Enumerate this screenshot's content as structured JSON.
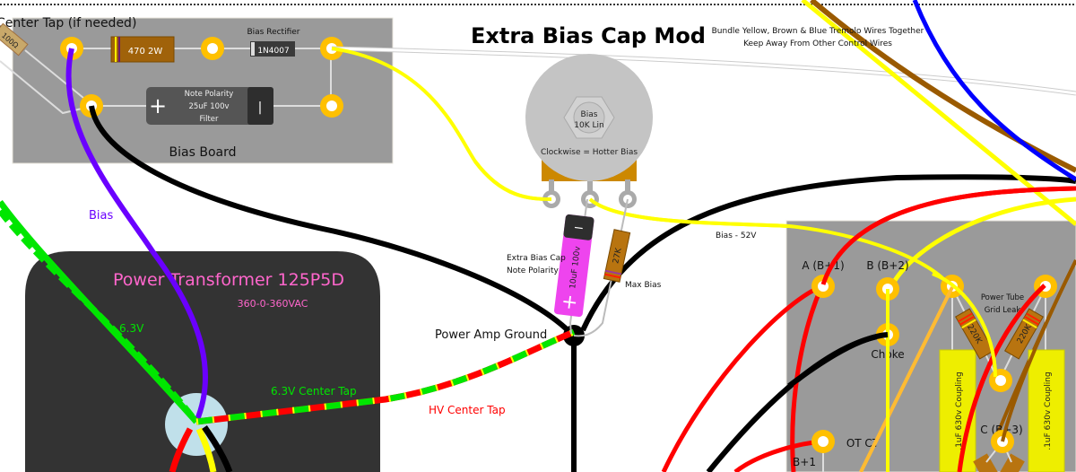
{
  "title": "Extra Bias Cap Mod",
  "notes": {
    "line1": "Bundle Yellow, Brown & Blue Tremolo Wires Together",
    "line2": "Keep Away From Other Control Wires"
  },
  "bias_board": {
    "label": "Bias Board",
    "center_tap_label": "Center Tap (if needed)",
    "resistor_100": "100Ω",
    "resistor_470": "470  2W",
    "rectifier_title": "Bias Rectifier",
    "rectifier_part": "1N4007",
    "filter_cap": {
      "line1": "Note Polarity",
      "line2": "25uF  100v",
      "line3": "Filter",
      "plus": "+",
      "minus": "|"
    }
  },
  "bias_pot": {
    "line1": "Bias",
    "line2": "10K Lin",
    "direction": "Clockwise = Hotter Bias"
  },
  "extra_cap": {
    "label1": "Extra Bias Cap",
    "label2": "Note Polarity",
    "rating": "10uF  100v",
    "minus": "−",
    "plus": "+"
  },
  "max_bias_resistor": {
    "value": "27K",
    "label": "Max Bias"
  },
  "wire_labels": {
    "bias": "Bias",
    "bias_voltage": "Bias - 52V",
    "power_amp_ground": "Power Amp Ground",
    "heater": "6.3V",
    "heater_ct": "6.3V Center Tap",
    "hv_ct": "HV Center Tap"
  },
  "transformer": {
    "title": "Power Transformer 125P5D",
    "spec": "360-0-360VAC"
  },
  "power_board": {
    "a": "A (B+1)",
    "b": "B (B+2)",
    "choke": "Choke",
    "grid_leak": {
      "line1": "Power Tube",
      "line2": "Grid Leak"
    },
    "r1": "220K",
    "r2": "220K",
    "coupling1": ".1uF  630v Coupling",
    "coupling2": ".1uF  630v Coupling",
    "c": "C (B+3)",
    "ot_ct": "OT CT",
    "b_plus_1": "B+1"
  },
  "colors": {
    "board": "#9a9a9a",
    "eyelet": "#ffc000",
    "transformer": "#333333",
    "transformer_text": "#ff66cc",
    "bias_wire": "#6a00ff",
    "heater_green": "#00e600",
    "hv_red": "#ff0000",
    "yellow": "#ffff00",
    "brown": "#9a5a00",
    "blue": "#0000ff",
    "cap_magenta": "#ee44ee",
    "coupling_yellow": "#eeee00"
  }
}
